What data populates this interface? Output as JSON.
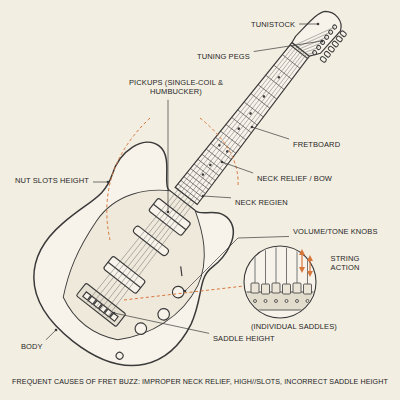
{
  "diagram": {
    "caption": "FREQUENT CAUSES OF FRET BUZZ: IMPROPER NECK RELIEF, HIGH//SLOTS, INCORRECT SADDLE HEIGHT",
    "labels": [
      "TUNISTOCK",
      "TUNING PEGS",
      "PICKUPS (SINGLE-COIL & HUMBUCKER)",
      "FRETBOARD",
      "NUT SLOTS HEIGHT",
      "NECK RELIEF / BOW",
      "NECK REGIEN",
      "VOLUME/TONE KNOBS",
      "STRING ACTION",
      "(INDIVIDUAL SADDLES)",
      "SADDLE HEIGHT",
      "BODY"
    ]
  }
}
